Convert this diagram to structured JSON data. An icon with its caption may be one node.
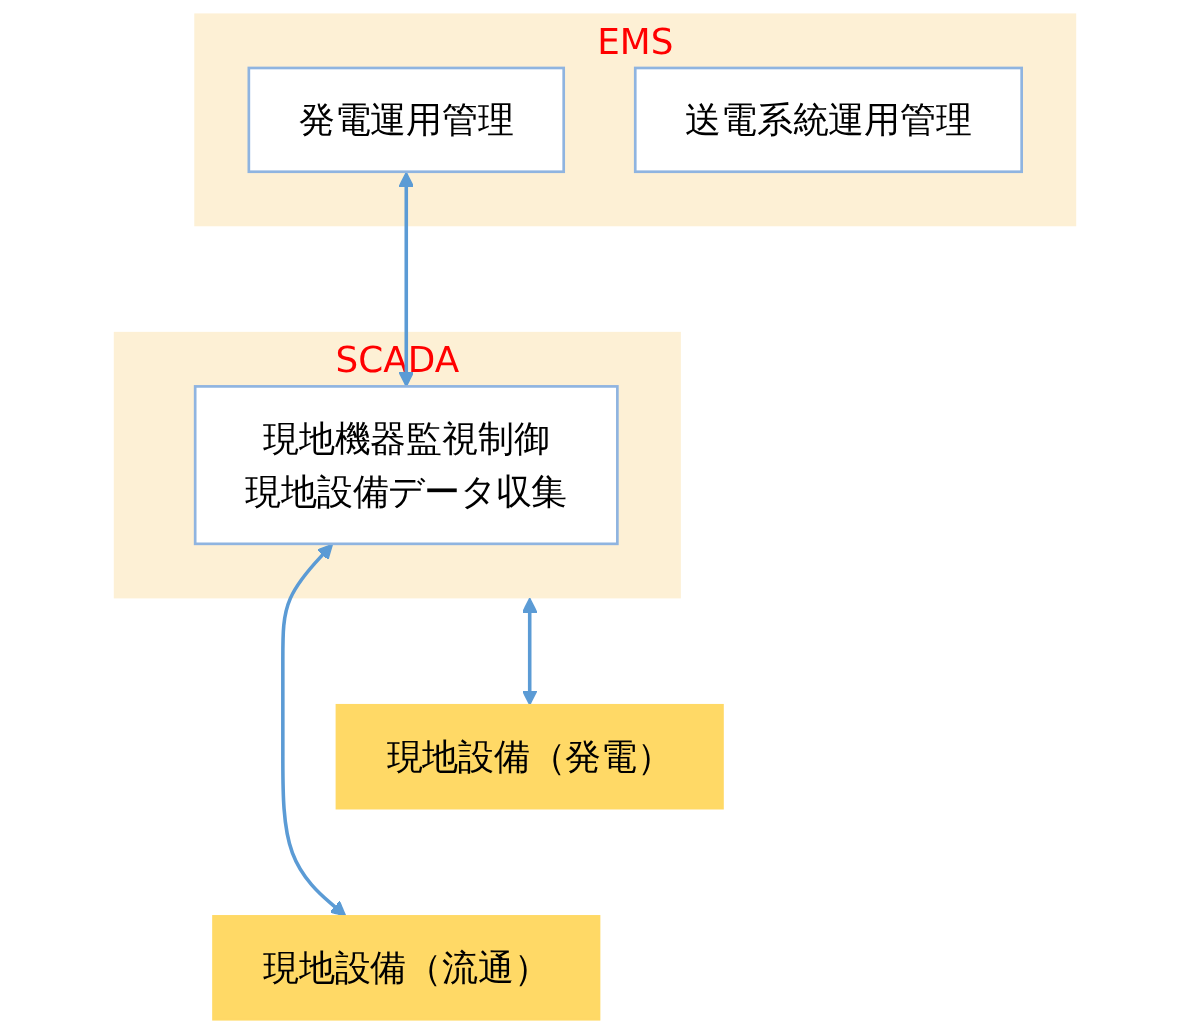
{
  "diagram": {
    "nodes": [
      {
        "text": [
          "EMS"
        ]
      },
      {
        "text": [
          "発電運用管理"
        ],
        "in": 0
      },
      {
        "text": [
          "送電系統運用管理"
        ],
        "in": 0
      },
      {
        "text": [
          "SCADA"
        ]
      },
      {
        "text": [
          "現地機器監視制御",
          "現地設備データ収集"
        ],
        "in": 3
      },
      {
        "text": [
          "現地設備（発電）"
        ]
      },
      {
        "text": [
          "現地設備（流通）"
        ]
      }
    ],
    "edges": [
      {
        "from": 1,
        "to": 4,
        "arrow": "both"
      },
      {
        "from": 3,
        "to": 5,
        "arrow": "both"
      },
      {
        "from": 4,
        "to": 6,
        "arrow": "both"
      }
    ]
  }
}
